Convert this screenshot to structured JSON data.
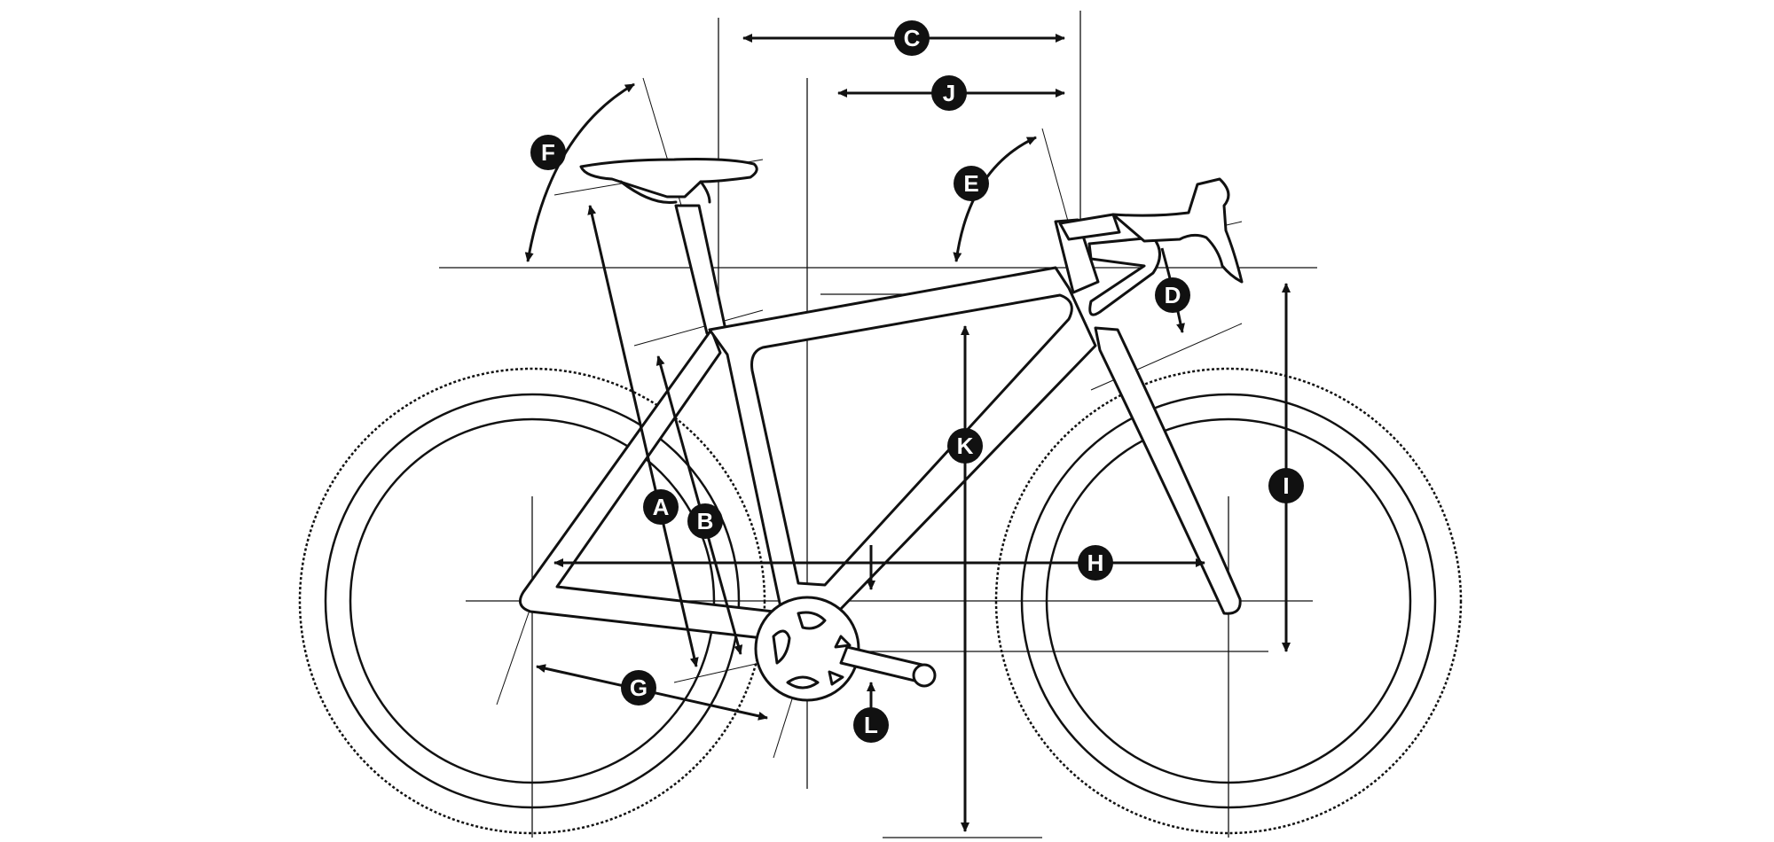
{
  "labels": {
    "a": "A",
    "b": "B",
    "c": "C",
    "d": "D",
    "e": "E",
    "f": "F",
    "g": "G",
    "h": "H",
    "i": "I",
    "j": "J",
    "k": "K",
    "l": "L"
  },
  "colors": {
    "line": "#111111",
    "background": "#ffffff",
    "badge_text": "#ffffff"
  }
}
